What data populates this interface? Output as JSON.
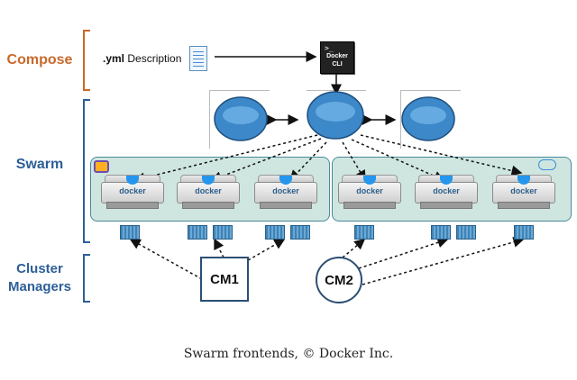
{
  "layers": {
    "compose": "Compose",
    "swarm": "Swarm",
    "cluster_managers_line1": "Cluster",
    "cluster_managers_line2": "Managers"
  },
  "compose": {
    "yml_prefix": ".yml",
    "description": "Description",
    "cli_line1": "Docker",
    "cli_line2": "CLI",
    "cli_prompt": ">_"
  },
  "servers": {
    "label": "docker"
  },
  "cluster_managers": {
    "cm1": "CM1",
    "cm2": "CM2"
  },
  "caption": "Swarm frontends, © Docker Inc.",
  "colors": {
    "compose": "#c8692b",
    "swarm": "#2d5f97",
    "cluster_managers": "#2d5f97",
    "cluster_bg": "#cfe6e0",
    "cluster_border": "#4a8a9a"
  }
}
